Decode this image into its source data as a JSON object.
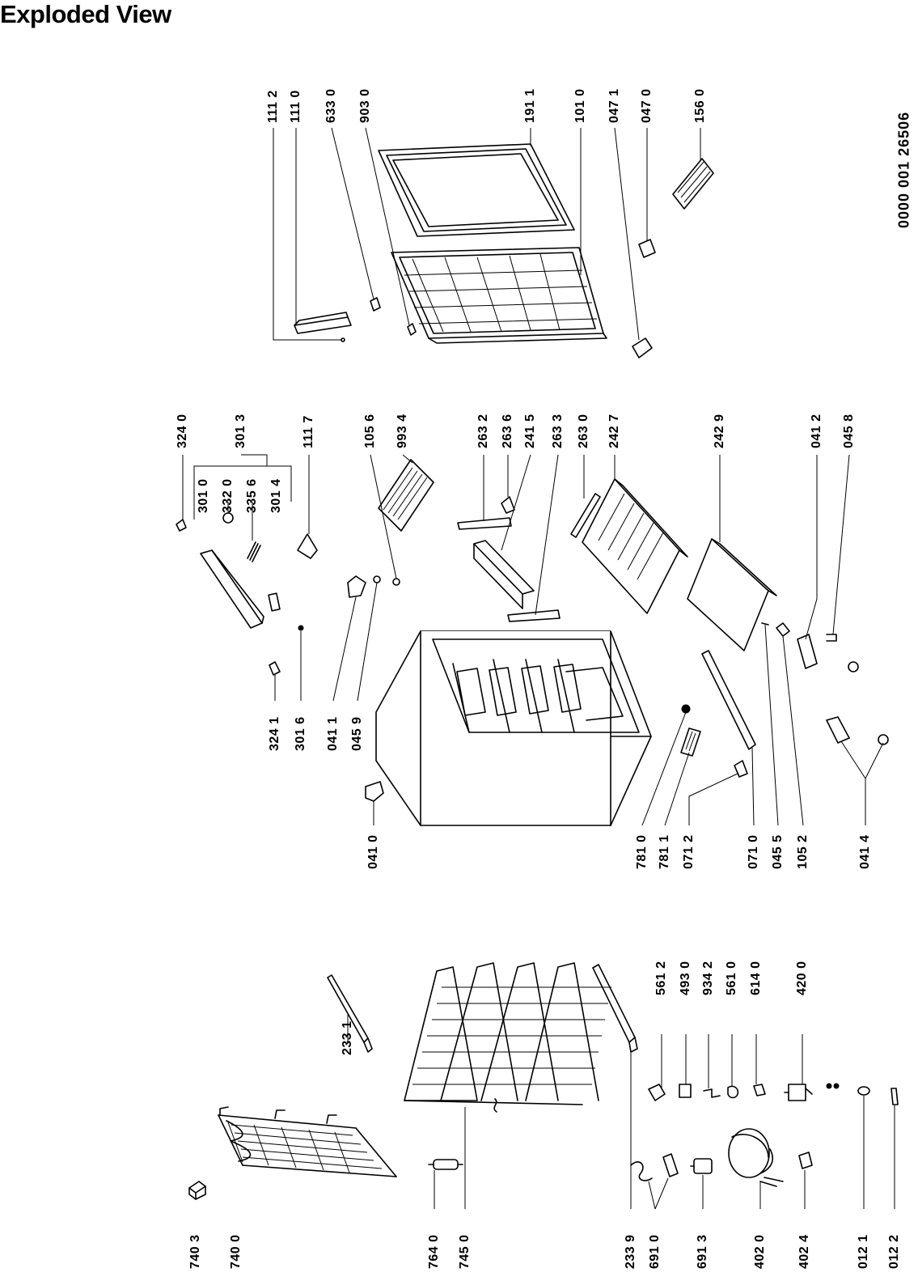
{
  "title": "Exploded View",
  "doc_number": "0000 001 26506",
  "labels": {
    "p740_3": "740 3",
    "p740_0": "740 0",
    "p764_0": "764 0",
    "p745_0": "745 0",
    "p233_9": "233 9",
    "p691_0": "691 0",
    "p691_3": "691 3",
    "p402_0": "402 0",
    "p402_4": "402 4",
    "p012_1": "012 1",
    "p012_2": "012 2",
    "p233_1": "233 1",
    "p561_2": "561 2",
    "p493_0": "493 0",
    "p934_2": "934 2",
    "p561_0": "561 0",
    "p614_0": "614 0",
    "p420_0": "420 0",
    "p041_0": "041 0",
    "p324_1": "324 1",
    "p301_6": "301 6",
    "p041_1": "041 1",
    "p045_9": "045 9",
    "p781_0": "781 0",
    "p781_1": "781 1",
    "p071_2": "071 2",
    "p071_0": "071 0",
    "p045_5": "045 5",
    "p105_2": "105 2",
    "p041_4": "041 4",
    "p324_0": "324 0",
    "p301_0": "301 0",
    "p332_0": "332 0",
    "p335_6": "335 6",
    "p301_4": "301 4",
    "p301_3": "301 3",
    "p111_7": "111 7",
    "p105_6": "105 6",
    "p993_4": "993 4",
    "p263_2": "263 2",
    "p263_6": "263 6",
    "p241_5": "241 5",
    "p263_3": "263 3",
    "p263_0": "263 0",
    "p242_7": "242 7",
    "p242_9": "242 9",
    "p041_2": "041 2",
    "p045_8": "045 8",
    "p111_2": "111 2",
    "p111_0": "111 0",
    "p633_0": "633 0",
    "p903_0": "903 0",
    "p191_1": "191 1",
    "p101_0": "101 0",
    "p047_1": "047 1",
    "p047_0": "047 0",
    "p156_0": "156 0"
  }
}
